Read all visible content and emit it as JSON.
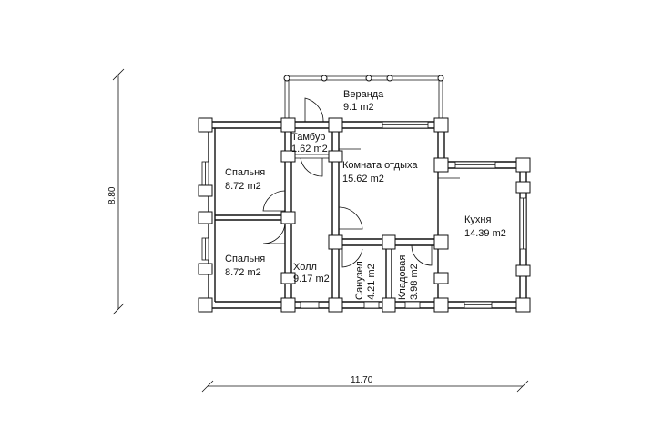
{
  "plan": {
    "rooms": [
      {
        "name": "Веранда",
        "area": "9.1 m2"
      },
      {
        "name": "Тамбур",
        "area": "1.62 m2"
      },
      {
        "name": "Спальня",
        "area": "8.72 m2"
      },
      {
        "name": "Комната отдыха",
        "area": "15.62 m2"
      },
      {
        "name": "Кухня",
        "area": "14.39 m2"
      },
      {
        "name": "Спальня",
        "area": "8.72 m2"
      },
      {
        "name": "Холл",
        "area": "9.17 m2"
      },
      {
        "name": "Санузел",
        "area": "4.21 m2"
      },
      {
        "name": "Кладовая",
        "area": "3.98 m2"
      }
    ],
    "dimensions": {
      "height": "8.80",
      "width": "11.70"
    }
  }
}
